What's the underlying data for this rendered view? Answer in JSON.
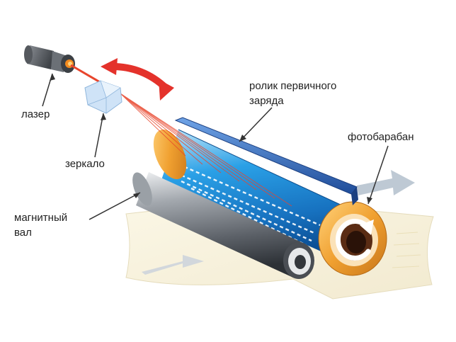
{
  "labels": {
    "laser": "лазер",
    "mirror": "зеркало",
    "charge_roller_line1": "ролик первичного",
    "charge_roller_line2": "заряда",
    "drum": "фотобарабан",
    "magnetic_roller_line1": "магнитный",
    "magnetic_roller_line2": "вал"
  },
  "colors": {
    "laser_beam": "#e8452c",
    "rotation_arrow": "#e4322b",
    "drum_blue": "#1e8fd6",
    "drum_orange": "#f0a030",
    "charge_roller": "#2f5fae",
    "magnetic_roller": "#6f7378",
    "paper": "#f8f2d8",
    "flow_arrow": "#b7c3cf"
  },
  "icons": {
    "laser": "laser-emitter-icon",
    "mirror": "mirror-crystal-icon",
    "rotation": "rotation-arrow-icon"
  }
}
